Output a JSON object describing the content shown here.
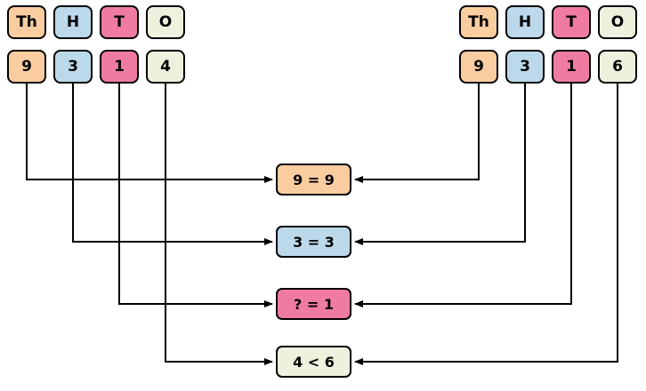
{
  "diagram": {
    "left_number": {
      "headers": [
        "Th",
        "H",
        "T",
        "O"
      ],
      "digits": [
        "9",
        "3",
        "1",
        "4"
      ]
    },
    "right_number": {
      "headers": [
        "Th",
        "H",
        "T",
        "O"
      ],
      "digits": [
        "9",
        "3",
        "1",
        "6"
      ]
    },
    "comparisons": [
      "9 = 9",
      "3 = 3",
      "? = 1",
      "4 < 6"
    ],
    "colors": {
      "thousands": "#FACDA1",
      "hundreds": "#BCD9EB",
      "tens": "#F07BA2",
      "ones": "#EFF1DF",
      "border": "#000000",
      "arrow": "#000000"
    }
  }
}
